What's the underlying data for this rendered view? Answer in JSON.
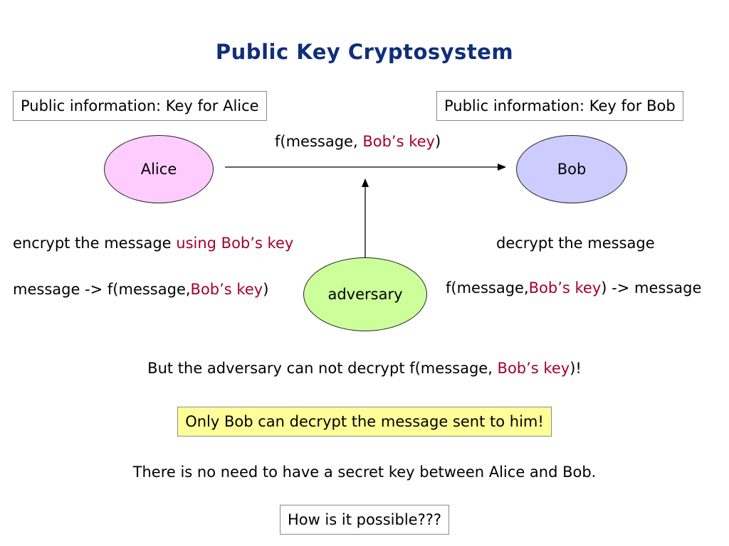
{
  "title": "Public Key Cryptosystem",
  "public_info_alice": "Public information: Key for Alice",
  "public_info_bob": "Public information: Key for Bob",
  "nodes": {
    "alice": "Alice",
    "bob": "Bob",
    "adversary": "adversary"
  },
  "colors": {
    "alice_fill": "#ffccff",
    "bob_fill": "#ccccff",
    "adversary_fill": "#ccff99",
    "title": "#0f2f7a",
    "key_highlight": "#a3002a",
    "note_fill": "#ffff99"
  },
  "channel": {
    "prefix": "f(message, ",
    "key": "Bob’s key",
    "suffix": ")"
  },
  "alice_side": {
    "line1_prefix": "encrypt the message ",
    "line1_key": "using Bob’s key",
    "line2_prefix": "message -> f(message,",
    "line2_key": "Bob’s key",
    "line2_suffix": ")"
  },
  "bob_side": {
    "line1": "decrypt the message",
    "line2_prefix": "f(message,",
    "line2_key": "Bob’s key",
    "line2_suffix": ") -> message"
  },
  "adversary_note": {
    "prefix": "But the adversary can not decrypt f(message, ",
    "key": "Bob’s key",
    "suffix": ")!"
  },
  "highlight_note": "Only Bob can decrypt the message sent to him!",
  "no_secret_note": "There is no need to have a secret key between Alice and Bob.",
  "question": "How is it possible???"
}
